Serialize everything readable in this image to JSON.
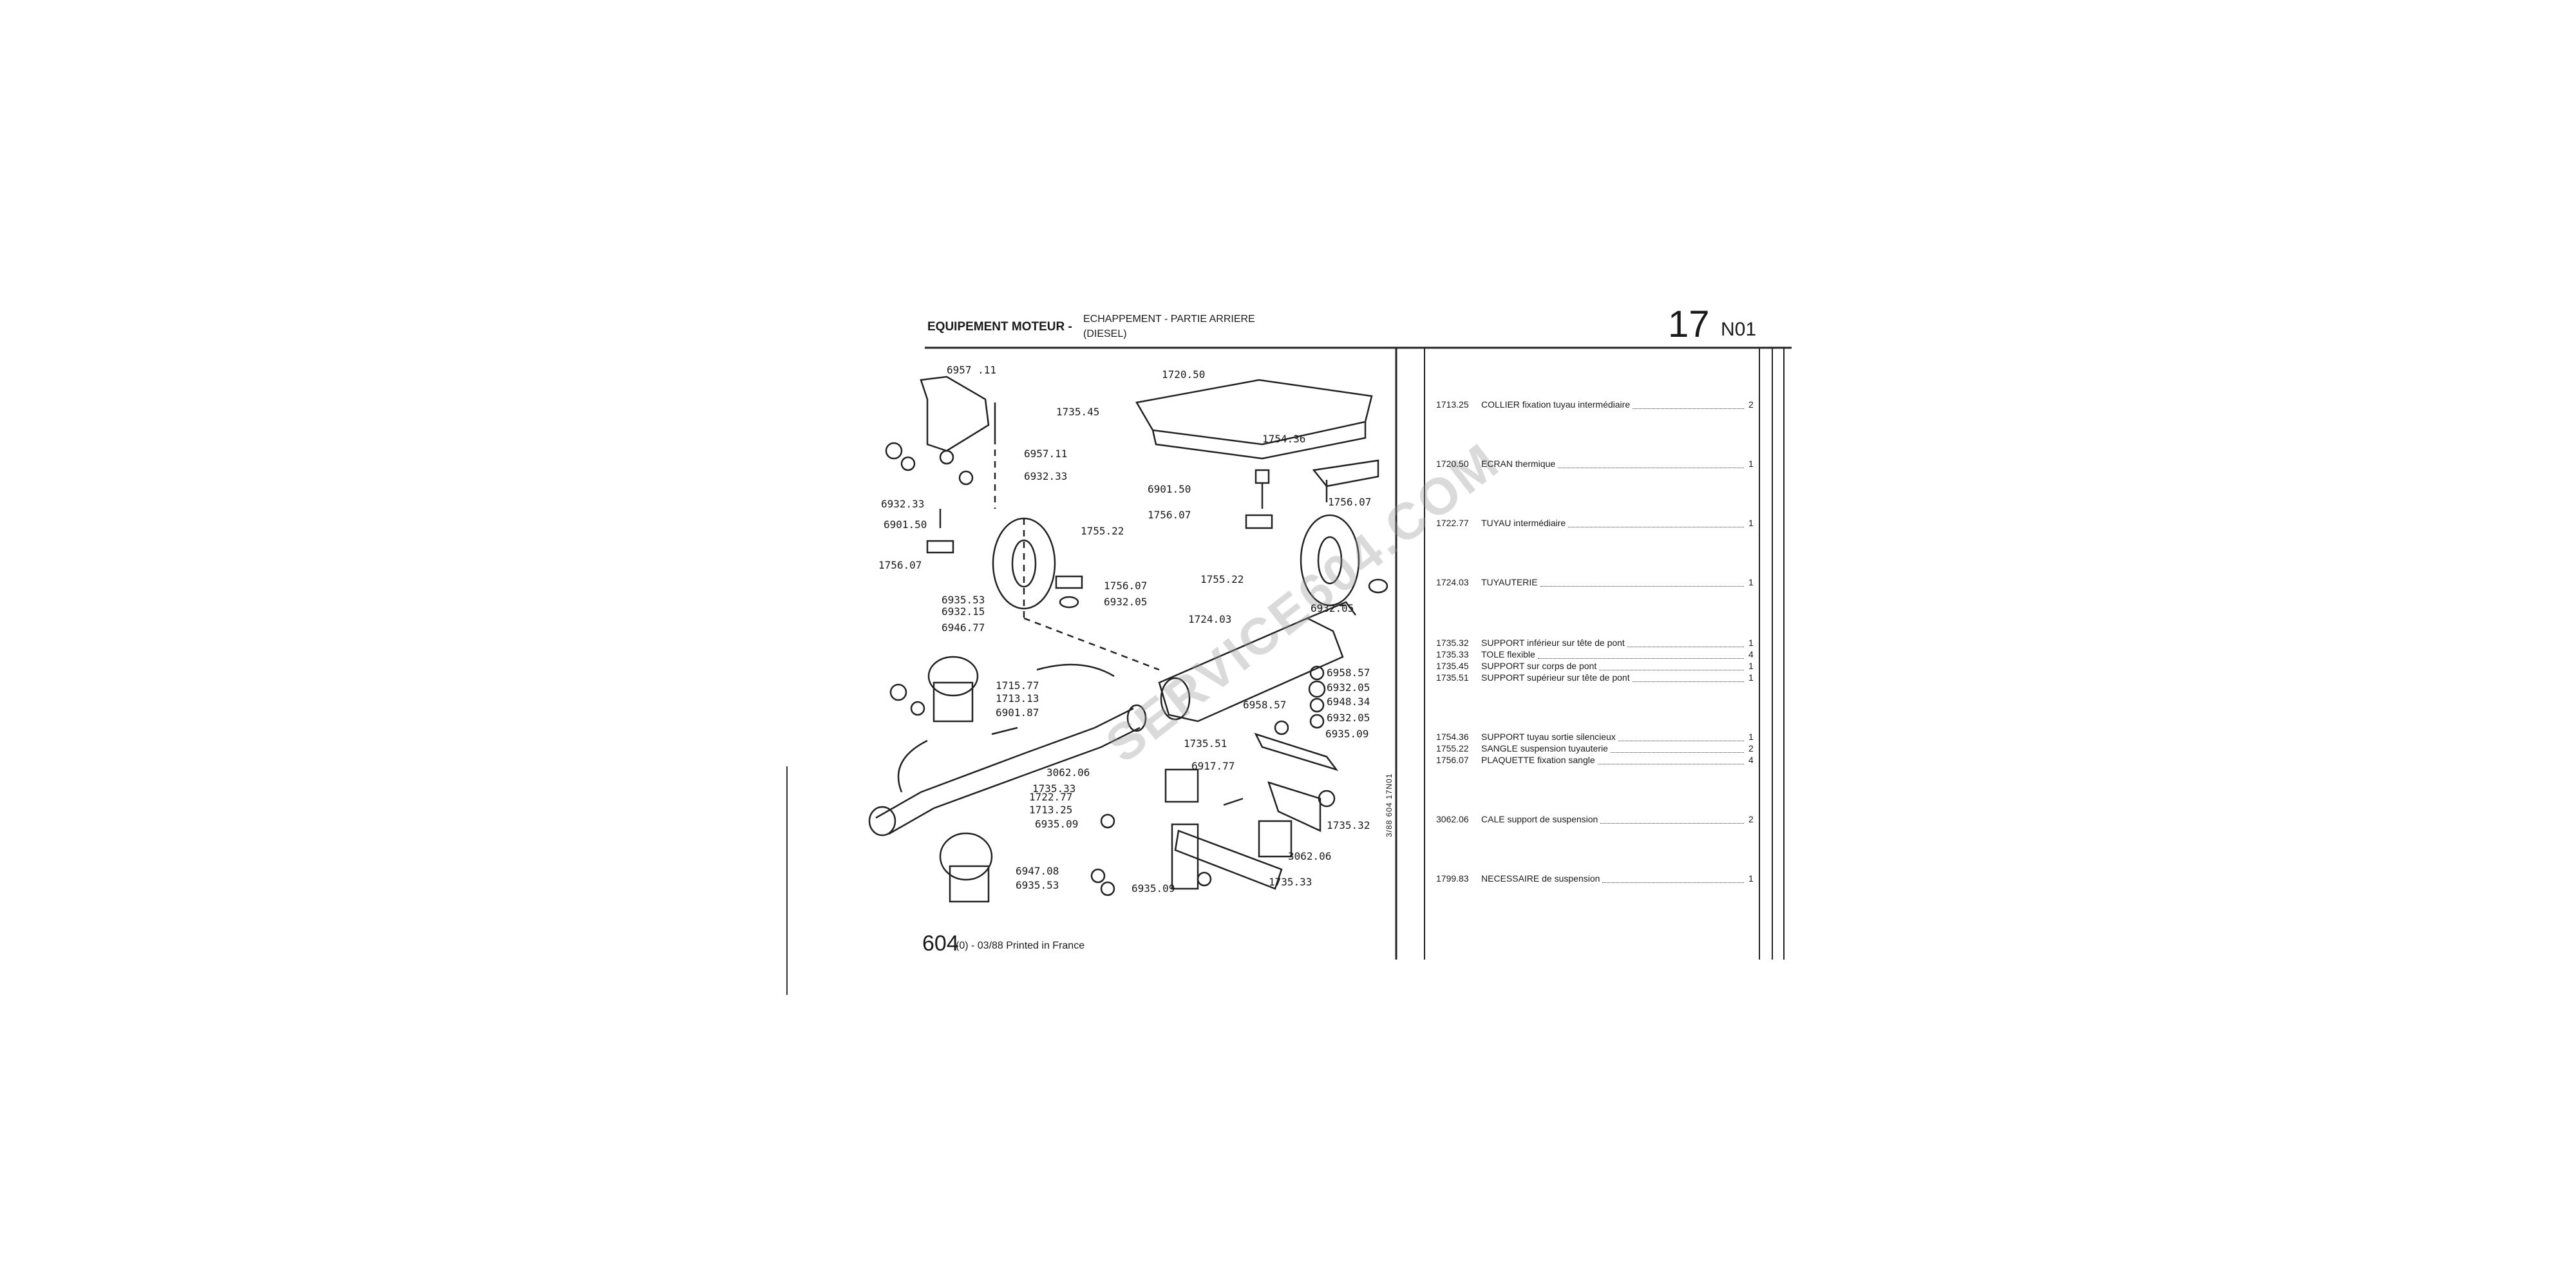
{
  "header": {
    "section": "EQUIPEMENT MOTEUR -",
    "subtitle_line1": "ECHAPPEMENT - PARTIE ARRIERE",
    "subtitle_line2": "(DIESEL)",
    "page_number": "17",
    "page_code": "N01"
  },
  "footer": {
    "model": "604",
    "printed": "(0) - 03/88 Printed in France"
  },
  "vertical_code": "3/88 604 17N01",
  "watermark": "SERVICE604.COM",
  "diagram_labels": [
    "6957 .11",
    "1735.45",
    "6957.11",
    "6932.33",
    "6932.33",
    "6901.50",
    "1755.22",
    "1756.07",
    "1756.07",
    "6932.05",
    "6935.53",
    "6932.15",
    "6946.77",
    "1715.77",
    "1713.13",
    "6901.87",
    "1722.77",
    "1713.25",
    "6935.09",
    "6947.08",
    "6935.53",
    "6935.09",
    "1720.50",
    "1754.36",
    "6901.50",
    "1756.07",
    "1756.07",
    "1755.22",
    "1724.03",
    "6932.05",
    "6958.57",
    "6932.05",
    "6958.57",
    "6948.34",
    "6932.05",
    "6935.09",
    "1735.51",
    "3062.06",
    "6917.77",
    "1735.33",
    "1735.32",
    "3062.06",
    "1735.33"
  ],
  "parts_list": [
    {
      "ref": "1713.25",
      "desc": "COLLIER fixation tuyau intermédiaire",
      "qty": "2"
    },
    {
      "ref": "1720.50",
      "desc": "ECRAN thermique",
      "qty": "1"
    },
    {
      "ref": "1722.77",
      "desc": "TUYAU intermédiaire",
      "qty": "1"
    },
    {
      "ref": "1724.03",
      "desc": "TUYAUTERIE",
      "qty": "1"
    },
    {
      "ref": "1735.32",
      "desc": "SUPPORT inférieur sur tête de pont",
      "qty": "1"
    },
    {
      "ref": "1735.33",
      "desc": "TOLE flexible",
      "qty": "4"
    },
    {
      "ref": "1735.45",
      "desc": "SUPPORT sur corps de pont",
      "qty": "1"
    },
    {
      "ref": "1735.51",
      "desc": "SUPPORT supérieur sur tête de pont",
      "qty": "1"
    },
    {
      "ref": "1754.36",
      "desc": "SUPPORT tuyau sortie silencieux",
      "qty": "1"
    },
    {
      "ref": "1755.22",
      "desc": "SANGLE suspension tuyauterie",
      "qty": "2"
    },
    {
      "ref": "1756.07",
      "desc": "PLAQUETTE fixation sangle",
      "qty": "4"
    },
    {
      "ref": "3062.06",
      "desc": "CALE support de suspension",
      "qty": "2"
    },
    {
      "ref": "1799.83",
      "desc": "NECESSAIRE de suspension",
      "qty": "1"
    }
  ]
}
